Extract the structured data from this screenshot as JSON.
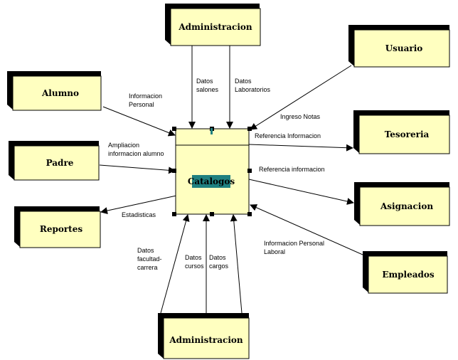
{
  "colors": {
    "box_fill": "#ffffc0",
    "box_shadow": "#000000",
    "center_fill": "#ffffc0",
    "center_label_bg": "#1f8080",
    "line": "#000000"
  },
  "center": {
    "label": "Catalogos"
  },
  "entities": {
    "admin_top": "Administracion",
    "usuario": "Usuario",
    "alumno": "Alumno",
    "tesoreria": "Tesoreria",
    "padre": "Padre",
    "asignacion": "Asignacion",
    "reportes": "Reportes",
    "empleados": "Empleados",
    "admin_bottom": "Administracion"
  },
  "flows": {
    "datos_salones": [
      "Datos",
      "salones"
    ],
    "datos_laboratorios": [
      "Datos",
      "Laboratorios"
    ],
    "informacion_personal": [
      "Informacion",
      "Personal"
    ],
    "ingreso_notas": [
      "Ingreso Notas"
    ],
    "referencia_informacion_1": [
      "Referencia Informacion"
    ],
    "ampliacion_informacion_alumno": [
      "Ampliacion",
      "informacion alumno"
    ],
    "referencia_informacion_2": [
      "Referencia informacion"
    ],
    "estadisticas": [
      "Estadisticas"
    ],
    "informacion_personal_laboral": [
      "Informacion Personal",
      "Laboral"
    ],
    "datos_facultad_carrera": [
      "Datos",
      "facultad-",
      "carrera"
    ],
    "datos_cursos": [
      "Datos",
      "cursos"
    ],
    "datos_cargos": [
      "Datos",
      "cargos"
    ]
  }
}
